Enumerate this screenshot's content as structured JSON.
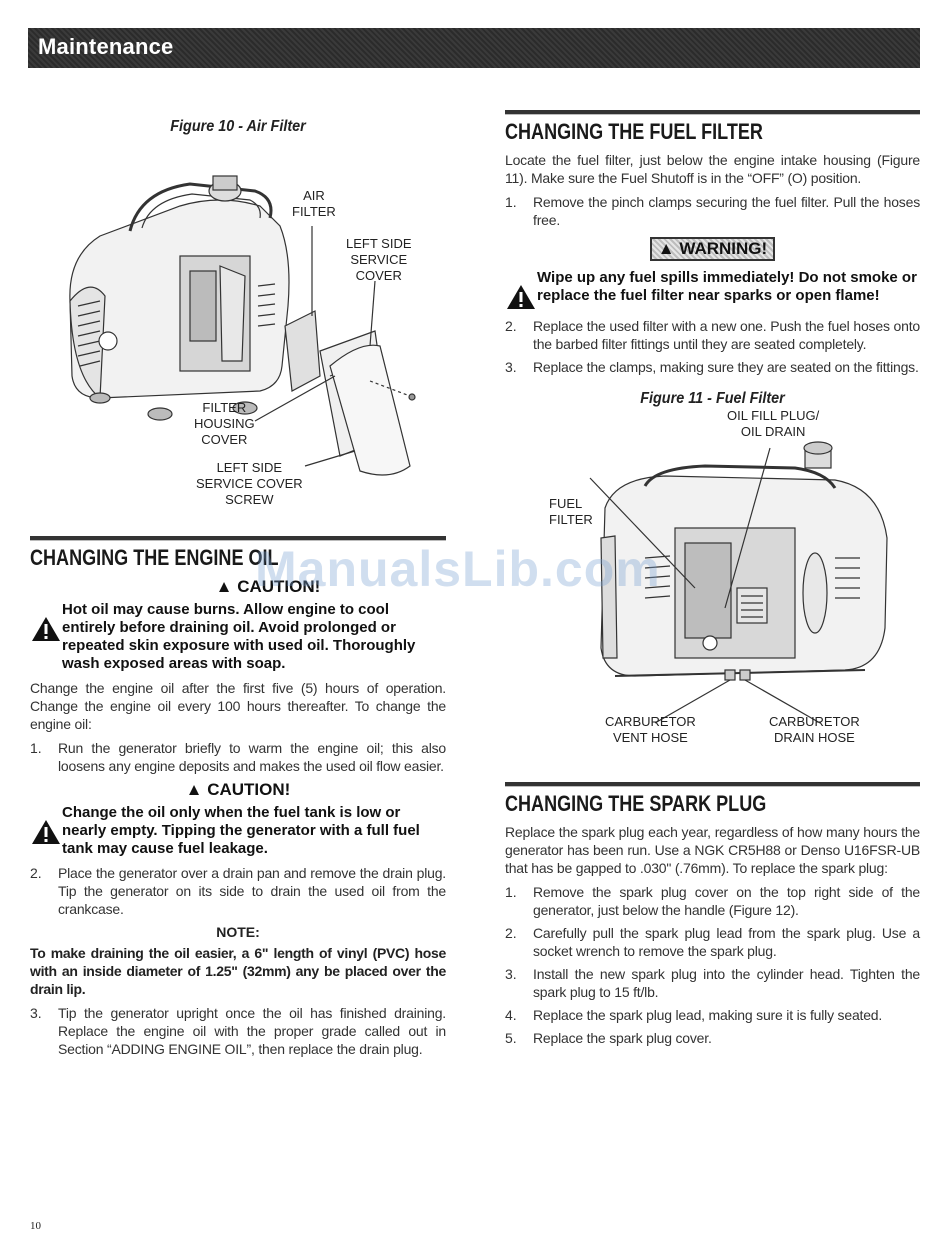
{
  "header": {
    "title": "Maintenance"
  },
  "fig10": {
    "caption": "Figure 10 - Air Filter",
    "callouts": {
      "air_filter": [
        "AIR",
        "FILTER"
      ],
      "left_cover": [
        "LEFT SIDE",
        "SERVICE",
        "COVER"
      ],
      "filter_housing": [
        "FILTER",
        "HOUSING",
        "COVER"
      ],
      "cover_screw": [
        "LEFT SIDE",
        "SERVICE COVER",
        "SCREW"
      ]
    }
  },
  "oil": {
    "title": "CHANGING THE ENGINE OIL",
    "caution1_label": "CAUTION!",
    "caution1_text": "Hot oil may cause burns. Allow engine to cool entirely before draining oil. Avoid prolonged or repeated skin exposure with used oil. Thoroughly wash exposed areas with soap.",
    "intro": "Change the engine oil after the first five (5) hours of operation. Change the engine oil every 100 hours thereafter. To change the engine oil:",
    "step1_num": "1.",
    "step1": "Run the generator briefly to warm the engine oil; this also loosens any engine deposits and makes the used oil flow easier.",
    "caution2_label": "CAUTION!",
    "caution2_text": "Change the oil only when the fuel tank is low or nearly empty. Tipping the generator with a full fuel tank may cause fuel leakage.",
    "step2_num": "2.",
    "step2": "Place the generator over a drain pan and remove the drain plug. Tip the generator on its side to drain the used oil from the crankcase.",
    "note_label": "NOTE:",
    "note_text": "To make draining the oil easier, a 6\" length of vinyl (PVC) hose with an inside diameter of 1.25\" (32mm) any be placed over the drain lip.",
    "step3_num": "3.",
    "step3": "Tip the generator upright once the oil has finished draining. Replace the engine oil with the proper grade called out in Section “ADDING ENGINE OIL”, then replace the drain plug."
  },
  "fuel": {
    "title": "CHANGING THE FUEL FILTER",
    "intro": "Locate the fuel filter, just below the engine intake housing (Figure 11). Make sure the Fuel Shutoff is in the “OFF” (O) position.",
    "step1_num": "1.",
    "step1": "Remove the pinch clamps securing the fuel filter. Pull the hoses free.",
    "warning_label": "WARNING!",
    "warning_text": "Wipe up any fuel spills immediately! Do not smoke or replace the fuel filter near sparks or open flame!",
    "step2_num": "2.",
    "step2": "Replace the used filter with a new one. Push the fuel hoses onto the barbed filter fittings until they are seated completely.",
    "step3_num": "3.",
    "step3": "Replace the clamps, making sure they are seated on the fittings."
  },
  "fig11": {
    "caption": "Figure 11 - Fuel Filter",
    "callouts": {
      "oil_fill": [
        "OIL FILL PLUG/",
        "OIL DRAIN"
      ],
      "fuel_filter": [
        "FUEL",
        "FILTER"
      ],
      "carb_vent": [
        "CARBURETOR",
        "VENT HOSE"
      ],
      "carb_drain": [
        "CARBURETOR",
        "DRAIN HOSE"
      ]
    }
  },
  "spark": {
    "title": "CHANGING THE SPARK PLUG",
    "intro": "Replace the spark plug each year, regardless of how many hours the generator has been run. Use a NGK CR5H88 or Denso U16FSR-UB that has be gapped to .030\" (.76mm). To replace the spark plug:",
    "steps": [
      {
        "num": "1.",
        "text": "Remove the spark plug cover on the top right side of the generator, just below the handle (Figure 12)."
      },
      {
        "num": "2.",
        "text": "Carefully pull the spark plug lead from the spark plug. Use a socket wrench to remove the spark plug."
      },
      {
        "num": "3.",
        "text": "Install the new spark plug into the cylinder head. Tighten the spark plug to 15 ft/lb."
      },
      {
        "num": "4.",
        "text": "Replace the spark plug lead, making sure it is fully seated."
      },
      {
        "num": "5.",
        "text": "Replace the spark plug cover."
      }
    ]
  },
  "watermark": "ManualsLib.com",
  "page_number": "10"
}
